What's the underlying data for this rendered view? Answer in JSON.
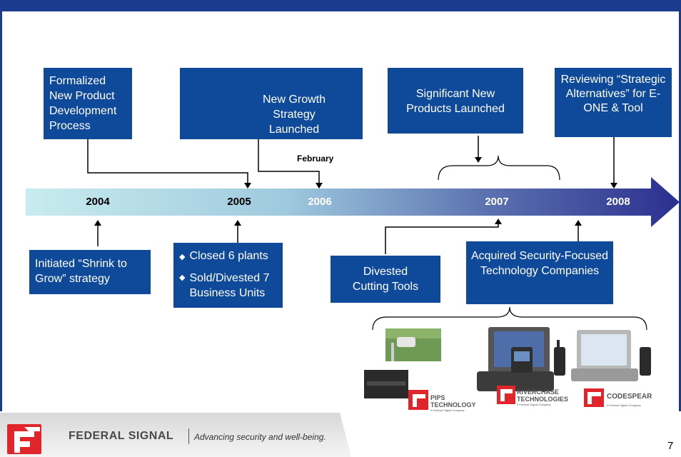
{
  "milestones_top": {
    "formalized": "Formalized New Product Development Process",
    "growth": "New Growth Strategy Launched",
    "significant": "Significant New Products  Launched",
    "reviewing": "Reviewing “Strategic Alternatives” for E-ONE & Tool"
  },
  "february_label": "February",
  "years": [
    "2004",
    "2005",
    "2006",
    "2007",
    "2008"
  ],
  "milestones_bottom": {
    "shrink": "Initiated “Shrink to Grow” strategy",
    "closed": "Closed 6 plants",
    "sold": "Sold/Divested 7 Business Units",
    "divested": "Divested Cutting Tools",
    "acquired": "Acquired Security-Focused Technology Companies"
  },
  "logos": {
    "pips": [
      "PIPS",
      "TECHNOLOGY"
    ],
    "pips_sub": "A Federal Signal Company",
    "riverchase": [
      "RIVERCHASE",
      "TECHNOLOGIES"
    ],
    "riverchase_sub": "A Federal Signal Company",
    "codespear": "CODESPEAR",
    "codespear_sub": "A Federal Signal Company"
  },
  "footer": {
    "brand": "FEDERAL SIGNAL",
    "tagline": "Advancing security and well-being.",
    "page_number": "7"
  },
  "colors": {
    "box": "#0f4a9a",
    "frame": "#1c3a8e",
    "arrow_start": "#c8ecee",
    "arrow_end": "#2b2f8f"
  }
}
